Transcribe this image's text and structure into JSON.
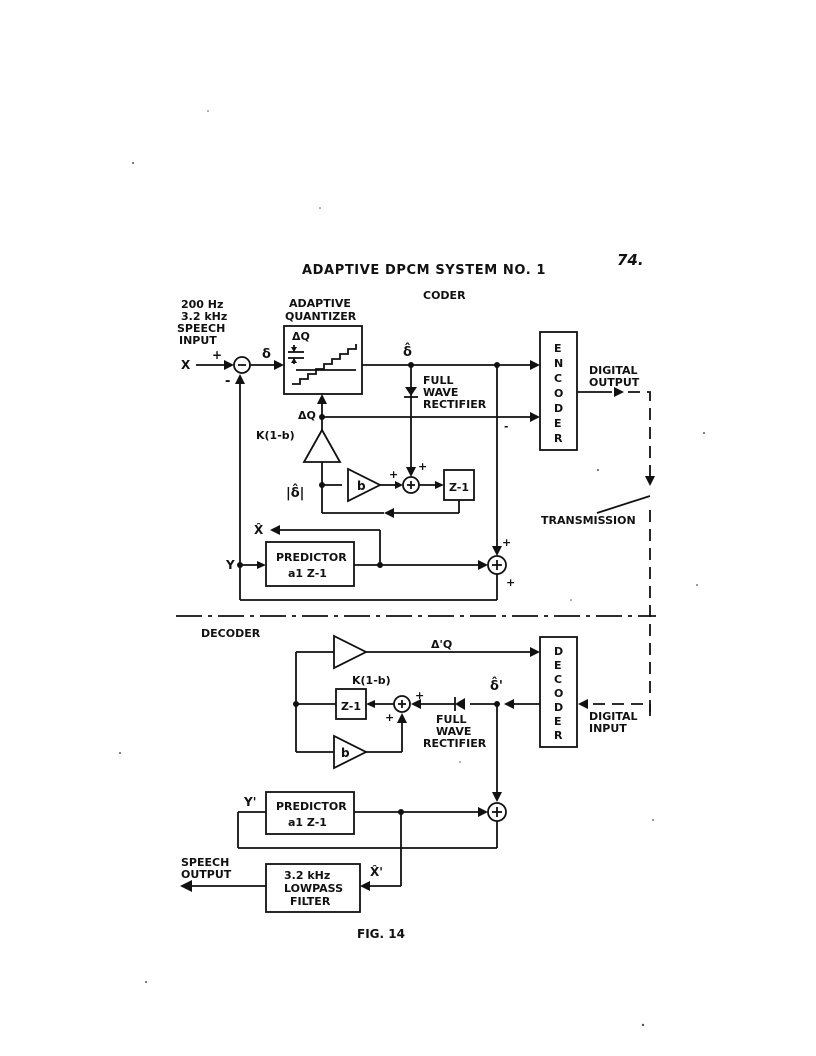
{
  "page_number": "74.",
  "title": "ADAPTIVE DPCM SYSTEM NO. 1",
  "caption": "FIG. 14",
  "coder": {
    "heading": "CODER",
    "input_label": [
      "200 Hz",
      "3.2 kHz",
      "SPEECH",
      "INPUT"
    ],
    "x_label": "X",
    "plus": "+",
    "minus": "-",
    "delta": "δ",
    "quantizer_label": [
      "ADAPTIVE",
      "QUANTIZER"
    ],
    "delta_q": "ΔQ",
    "delta_hat": "δ̂",
    "rectifier_label": [
      "FULL",
      "WAVE",
      "RECTIFIER"
    ],
    "gain_label": "K(1-b)",
    "abs_delta": "|δ̂|",
    "b_label": "b",
    "z_label": "Z-1",
    "x_hat": "X̂",
    "y_label": "Y",
    "predictor_label": [
      "PREDICTOR",
      "a1 Z-1"
    ],
    "encoder_letters": [
      "E",
      "N",
      "C",
      "O",
      "D",
      "E",
      "R"
    ],
    "digital_output": [
      "DIGITAL",
      "OUTPUT"
    ],
    "transmission": "TRANSMISSION"
  },
  "decoder": {
    "heading": "DECODER",
    "delta_q_prime": "Δ'Q",
    "gain_label": "K(1-b)",
    "z_label": "Z-1",
    "b_label": "b",
    "rectifier_label": [
      "FULL",
      "WAVE",
      "RECTIFIER"
    ],
    "delta_hat_prime": "δ̂'",
    "decoder_letters": [
      "D",
      "E",
      "C",
      "O",
      "D",
      "E",
      "R"
    ],
    "digital_input": [
      "DIGITAL",
      "INPUT"
    ],
    "y_prime": "Y'",
    "predictor_label": [
      "PREDICTOR",
      "a1 Z-1"
    ],
    "x_hat_prime": "X̂'",
    "speech_output": [
      "SPEECH",
      "OUTPUT"
    ],
    "lowpass_label": [
      "3.2 kHz",
      "LOWPASS",
      "FILTER"
    ]
  }
}
